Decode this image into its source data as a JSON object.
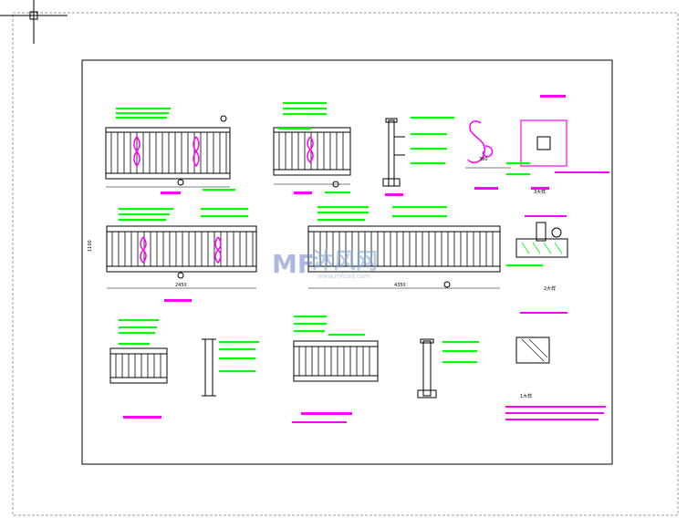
{
  "drawing": {
    "watermark_logo": "MF",
    "watermark_cn": "沐风网",
    "watermark_url": "www.mfcad.com",
    "dim_2450": "2450",
    "dim_4350": "4350",
    "dim_1100": "1100",
    "dim_380": "380",
    "dim_detail_1": "1大样",
    "dim_detail_2": "2大样",
    "dim_detail_3": "3大样"
  },
  "colors": {
    "background": "#ffffff",
    "line": "#000000",
    "magenta": "#ff00ff",
    "green": "#00ff00",
    "dashed_border": "#9a9a9a"
  },
  "icons": {
    "crosshair": "crosshair-icon"
  }
}
